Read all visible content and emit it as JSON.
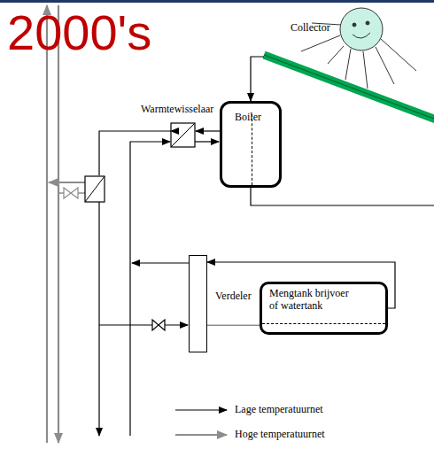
{
  "diagram": {
    "title": "2000's",
    "nodes": [
      {
        "text": [
          "Boiler"
        ]
      },
      {
        "text": [
          "Verdeler"
        ]
      },
      {
        "text": [
          "Mengtank brijvoer of watertank"
        ]
      }
    ],
    "edges": [
      {
        "from": 2,
        "to": 1,
        "arrow": "to"
      },
      {
        "from": 1,
        "to": 2,
        "arrow": "none"
      }
    ],
    "labels": [
      "Collector",
      "Warmtewisselaar"
    ],
    "legend": [
      {
        "text": "Lage temperatuurnet"
      },
      {
        "text": "Hoge temperatuurnet"
      }
    ]
  }
}
